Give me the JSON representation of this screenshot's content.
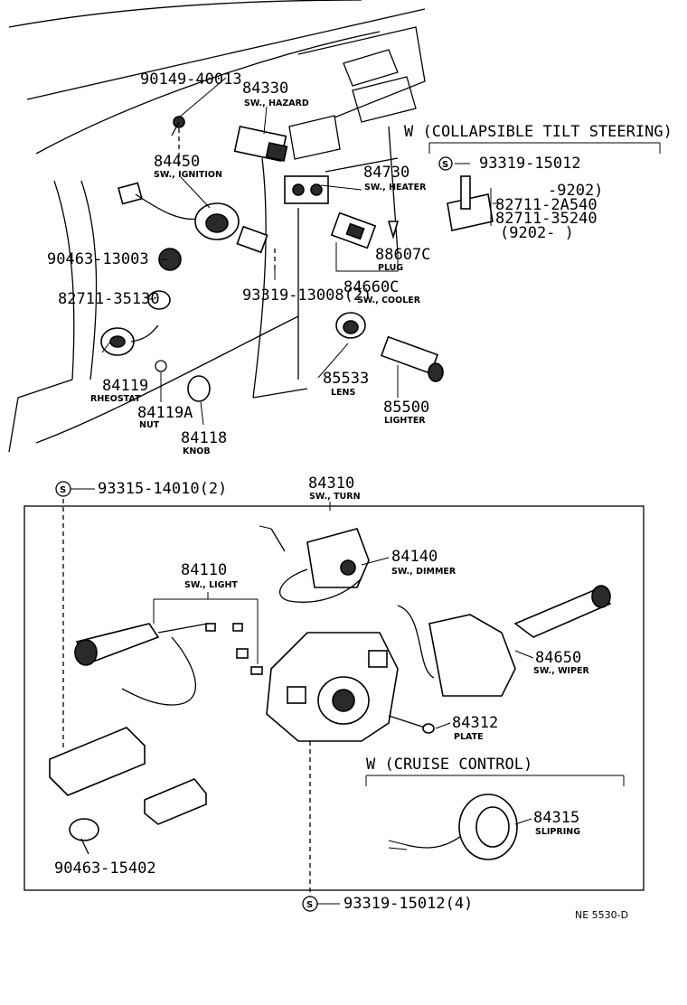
{
  "top_section": {
    "p1": {
      "num": "90149-40013"
    },
    "p2": {
      "num": "84330",
      "desc": "SW., HAZARD"
    },
    "p3": {
      "num": "84450",
      "desc": "SW., IGNITION"
    },
    "p4": {
      "num": "84730",
      "desc": "SW., HEATER"
    },
    "p5": {
      "num": "90463-13003"
    },
    "p6": {
      "num": "82711-35130"
    },
    "p7": {
      "num": "93319-13008(2)"
    },
    "p8": {
      "num": "88607C",
      "desc": "PLUG"
    },
    "p9": {
      "num": "84660C",
      "desc": "SW., COOLER"
    },
    "p10": {
      "num": "84119",
      "desc": "RHEOSTAT"
    },
    "p11": {
      "num": "84119A",
      "desc": "NUT"
    },
    "p12": {
      "num": "84118",
      "desc": "KNOB"
    },
    "p13": {
      "num": "85533",
      "desc": "LENS"
    },
    "p14": {
      "num": "85500",
      "desc": "LIGHTER"
    },
    "tilt": {
      "heading": "W (COLLAPSIBLE TILT STEERING)",
      "screw": "93319-15012",
      "line1": "-9202)",
      "line2": "82711-2A540",
      "line3": "82711-35240",
      "line4": "(9202-     )"
    }
  },
  "bottom_section": {
    "screw_top": "93315-14010(2)",
    "turn": {
      "num": "84310",
      "desc": "SW., TURN"
    },
    "dimmer": {
      "num": "84140",
      "desc": "SW., DIMMER"
    },
    "light": {
      "num": "84110",
      "desc": "SW., LIGHT"
    },
    "wiper": {
      "num": "84650",
      "desc": "SW., WIPER"
    },
    "plate": {
      "num": "84312",
      "desc": "PLATE"
    },
    "cruise_heading": "W (CRUISE CONTROL)",
    "slipring": {
      "num": "84315",
      "desc": "SLIPRING"
    },
    "clamp": "90463-15402",
    "screw_bottom": "93319-15012(4)"
  },
  "ref_code": "NE 5530-D",
  "screw_symbol": "S"
}
